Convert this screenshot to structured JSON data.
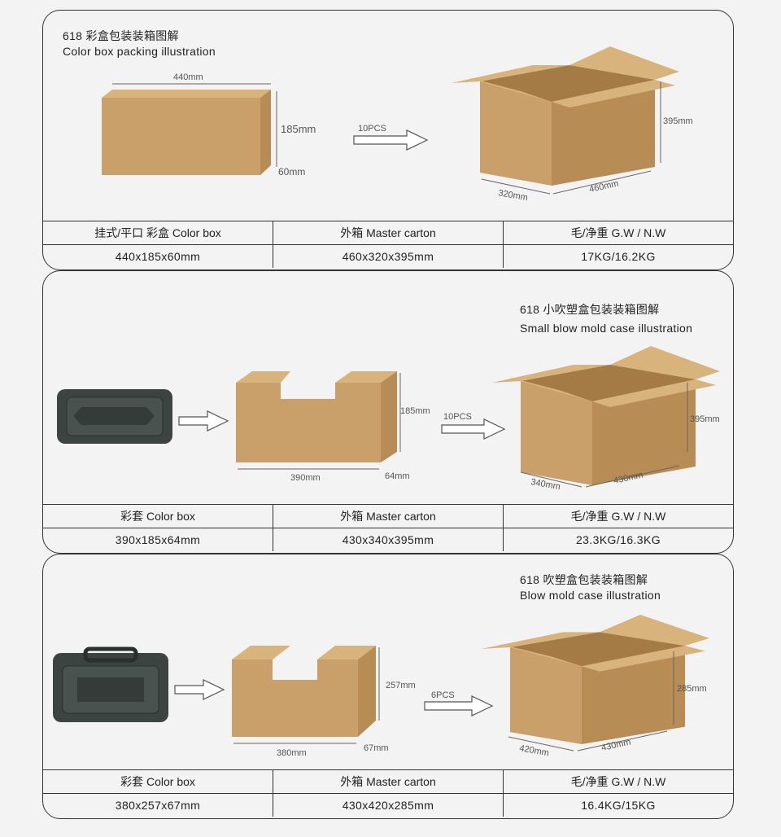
{
  "panels": [
    {
      "title_cn": "618 彩盒包装装箱图解",
      "title_en": "Color box packing illustration",
      "box_dims": [
        "440mm",
        "185mm",
        "60mm"
      ],
      "qty": "10PCS",
      "carton_dims": [
        "395mm",
        "320mm",
        "460mm"
      ],
      "table": {
        "headers": [
          "挂式/平口 彩盒 Color box",
          "外箱 Master carton",
          "毛/净重 G.W / N.W"
        ],
        "values": [
          "440x185x60mm",
          "460x320x395mm",
          "17KG/16.2KG"
        ]
      }
    },
    {
      "title_cn": "618 小吹塑盒包装装箱图解",
      "title_en": "Small blow mold case illustration",
      "box_dims": [
        "185mm",
        "390mm",
        "64mm"
      ],
      "qty": "10PCS",
      "carton_dims": [
        "395mm",
        "340mm",
        "430mm"
      ],
      "table": {
        "headers": [
          "彩套 Color box",
          "外箱 Master carton",
          "毛/净重 G.W / N.W"
        ],
        "values": [
          "390x185x64mm",
          "430x340x395mm",
          "23.3KG/16.3KG"
        ]
      }
    },
    {
      "title_cn": "618 吹塑盒包装装箱图解",
      "title_en": "Blow mold case illustration",
      "box_dims": [
        "257mm",
        "380mm",
        "67mm"
      ],
      "qty": "6PCS",
      "carton_dims": [
        "285mm",
        "420mm",
        "430mm"
      ],
      "table": {
        "headers": [
          "彩套 Color box",
          "外箱 Master carton",
          "毛/净重 G.W / N.W"
        ],
        "values": [
          "380x257x67mm",
          "430x420x285mm",
          "16.4KG/15KG"
        ]
      }
    }
  ]
}
